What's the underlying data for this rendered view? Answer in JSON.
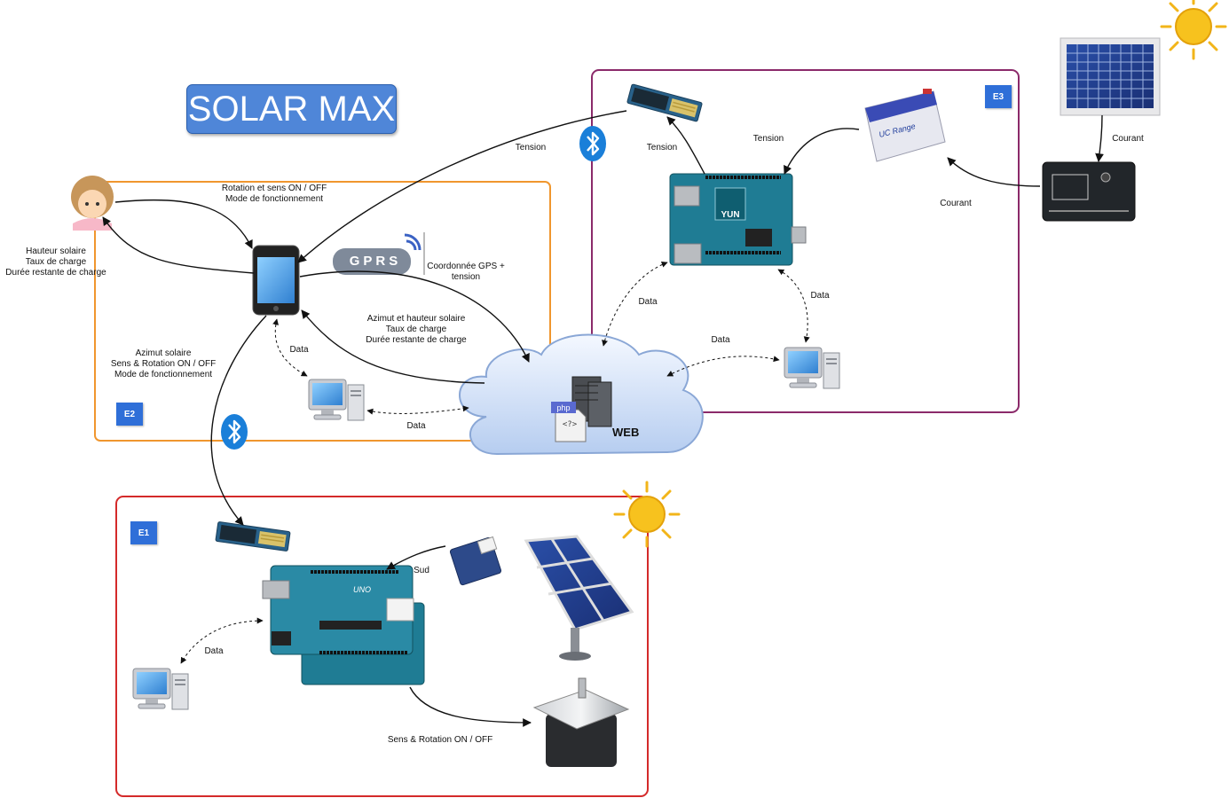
{
  "title": "SOLAR MAX",
  "zones": {
    "e1": "E1",
    "e2": "E2",
    "e3": "E3"
  },
  "labels": {
    "rotation_sens": "Rotation et sens ON / OFF",
    "mode_fonct_top": "Mode de fonctionnement",
    "hauteur_solaire": "Hauteur solaire",
    "taux_charge_left": "Taux de charge",
    "duree_restante_left": "Durée restante de charge",
    "azimut_solaire": "Azimut solaire",
    "sens_rotation": "Sens & Rotation ON / OFF",
    "mode_fonct_left": "Mode de fonctionnement",
    "coord_gps": "Coordonnée GPS +",
    "tension_gps": "tension",
    "azimut_hauteur": "Azimut et hauteur solaire",
    "taux_charge_center": "Taux de charge",
    "duree_restante_center": "Durée restante de charge",
    "tension_bt": "Tension",
    "tension_arduino": "Tension",
    "tension_battery": "Tension",
    "courant_regulator": "Courant",
    "courant_panel": "Courant",
    "data_phone": "Data",
    "data_pc_e2": "Data",
    "data_yun_cloud": "Data",
    "data_yun_pc": "Data",
    "data_pc_e3": "Data",
    "data_pc_e1": "Data",
    "sud": "Sud",
    "sens_rotation_motor": "Sens & Rotation ON / OFF"
  },
  "images": {
    "gprs": "GPRS",
    "web": "WEB",
    "php": "php",
    "php_code": "<?>",
    "uno": "UNO",
    "yun": "YUN",
    "battery_brand": "UC Range"
  },
  "colors": {
    "e1_border": "#d42a2a",
    "e2_border": "#f0962e",
    "e3_border": "#8b2a6a",
    "badge": "#2f6fd8",
    "title_bg": "#4f86d8",
    "arduino": "#1f7c94",
    "bluetooth": "#1a7fd9"
  }
}
